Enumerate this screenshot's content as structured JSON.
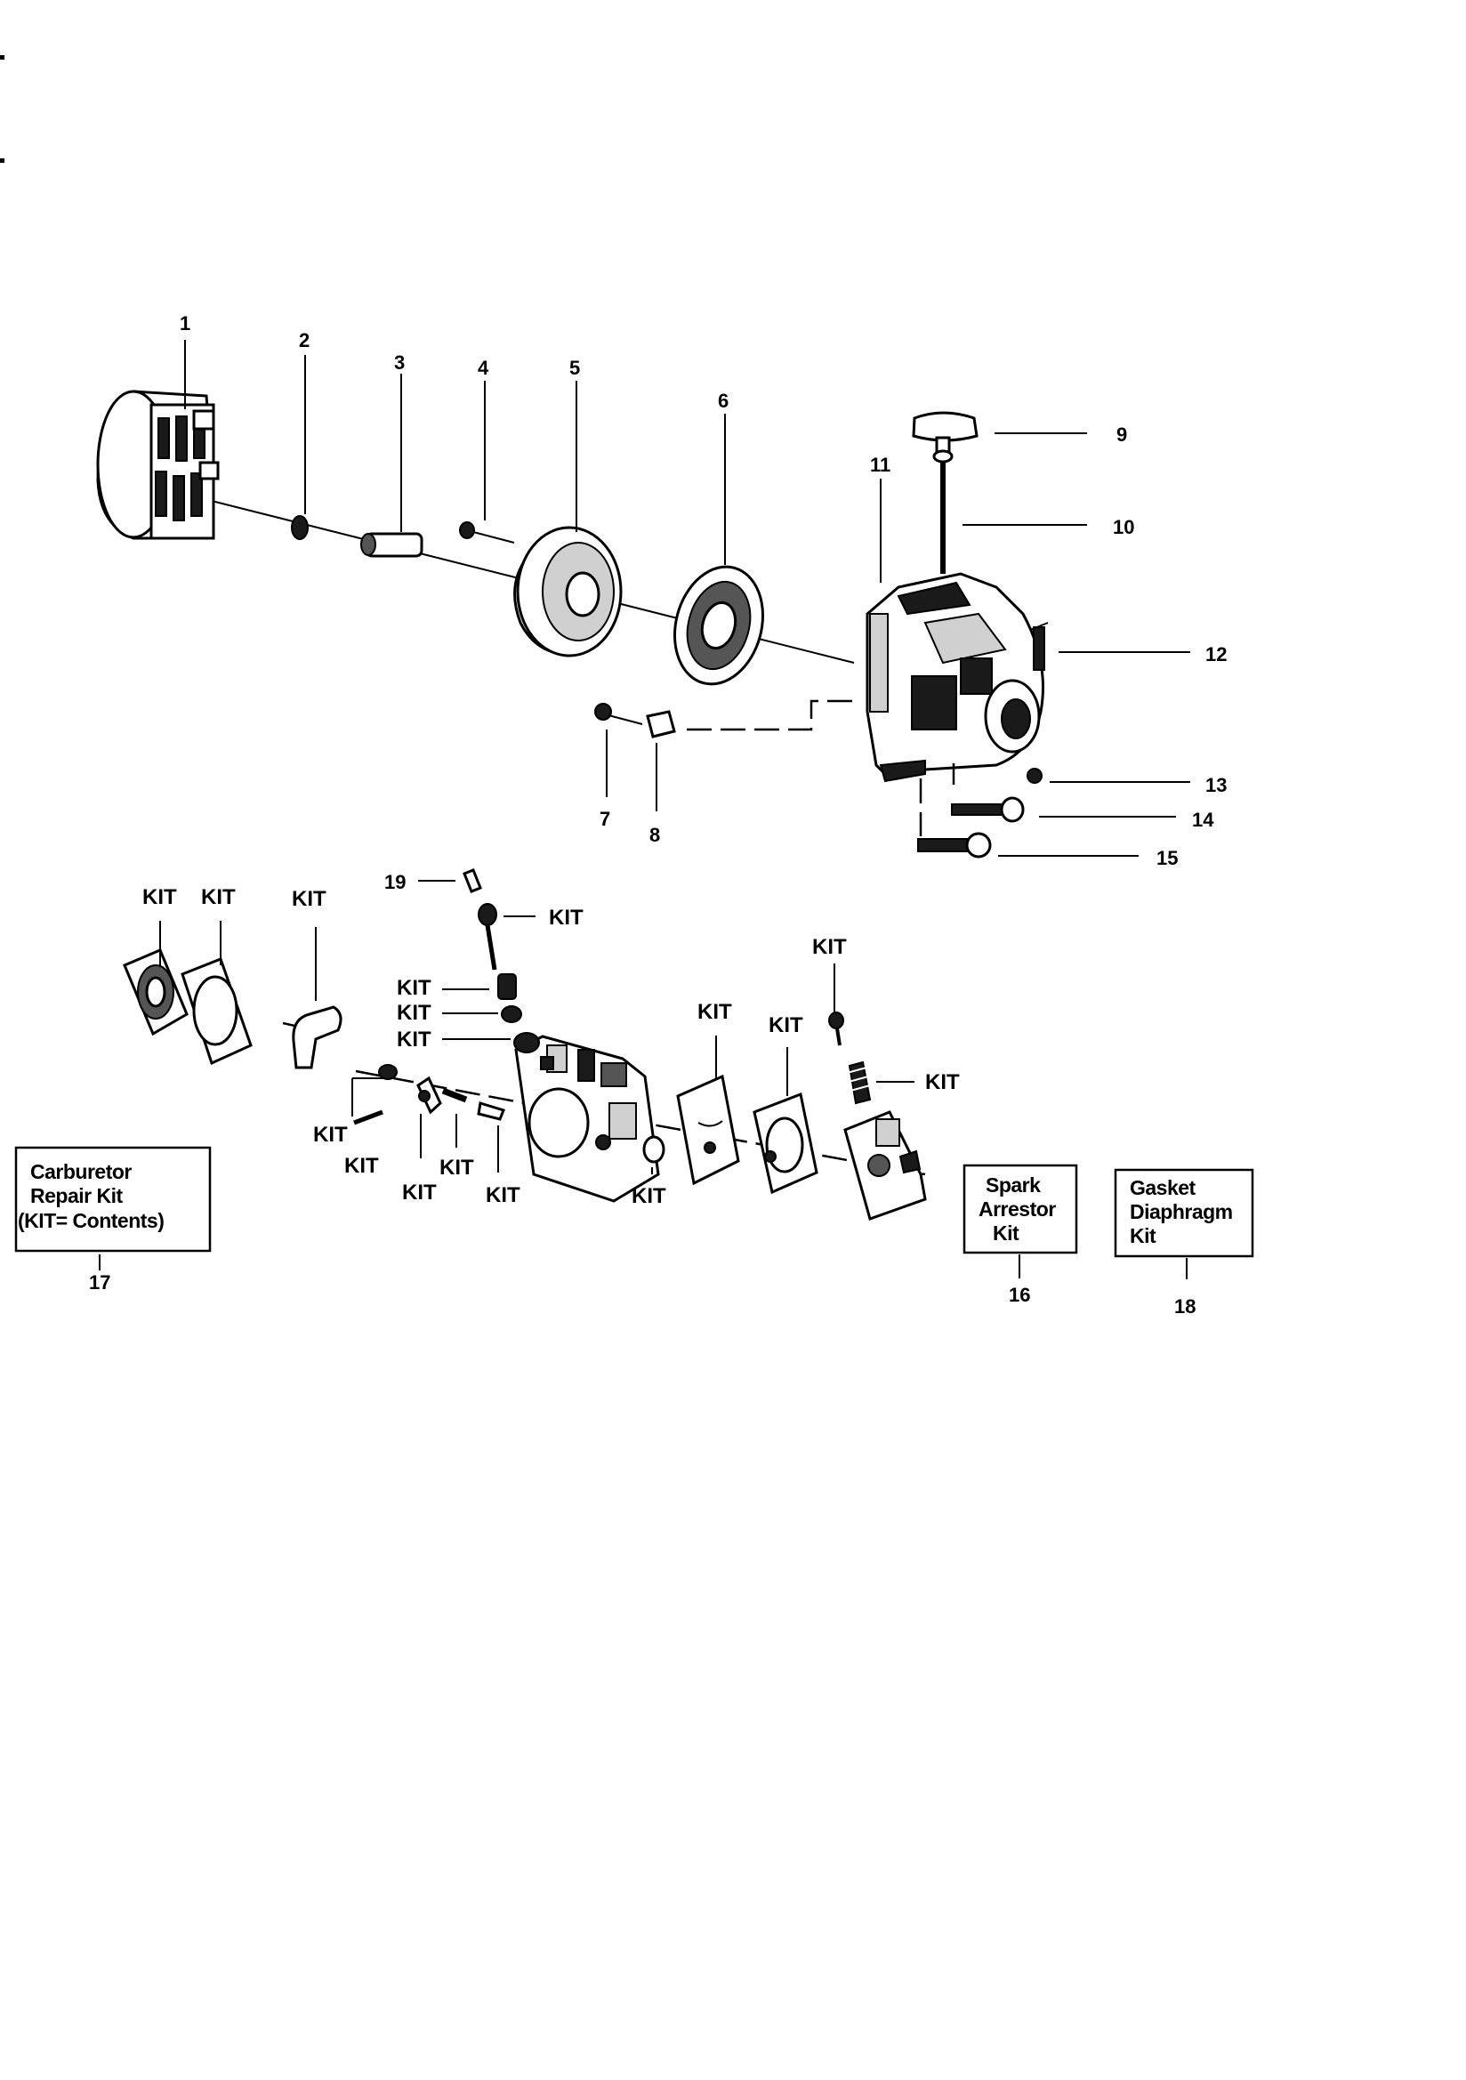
{
  "parts": {
    "p1": "1",
    "p2": "2",
    "p3": "3",
    "p4": "4",
    "p5": "5",
    "p6": "6",
    "p7": "7",
    "p8": "8",
    "p9": "9",
    "p10": "10",
    "p11": "11",
    "p12": "12",
    "p13": "13",
    "p14": "14",
    "p15": "15",
    "p16": "16",
    "p17": "17",
    "p18": "18",
    "p19": "19"
  },
  "kit_label": "KIT",
  "boxes": {
    "carb_repair_kit": {
      "line1": "Carburetor",
      "line2": "Repair Kit",
      "line3": "(KIT= Contents)"
    },
    "spark_arrestor_kit": {
      "line1": "Spark",
      "line2": "Arrestor",
      "line3": "Kit"
    },
    "gasket_diaphragm_kit": {
      "line1": "Gasket",
      "line2": "Diaphragm",
      "line3": "Kit"
    }
  }
}
